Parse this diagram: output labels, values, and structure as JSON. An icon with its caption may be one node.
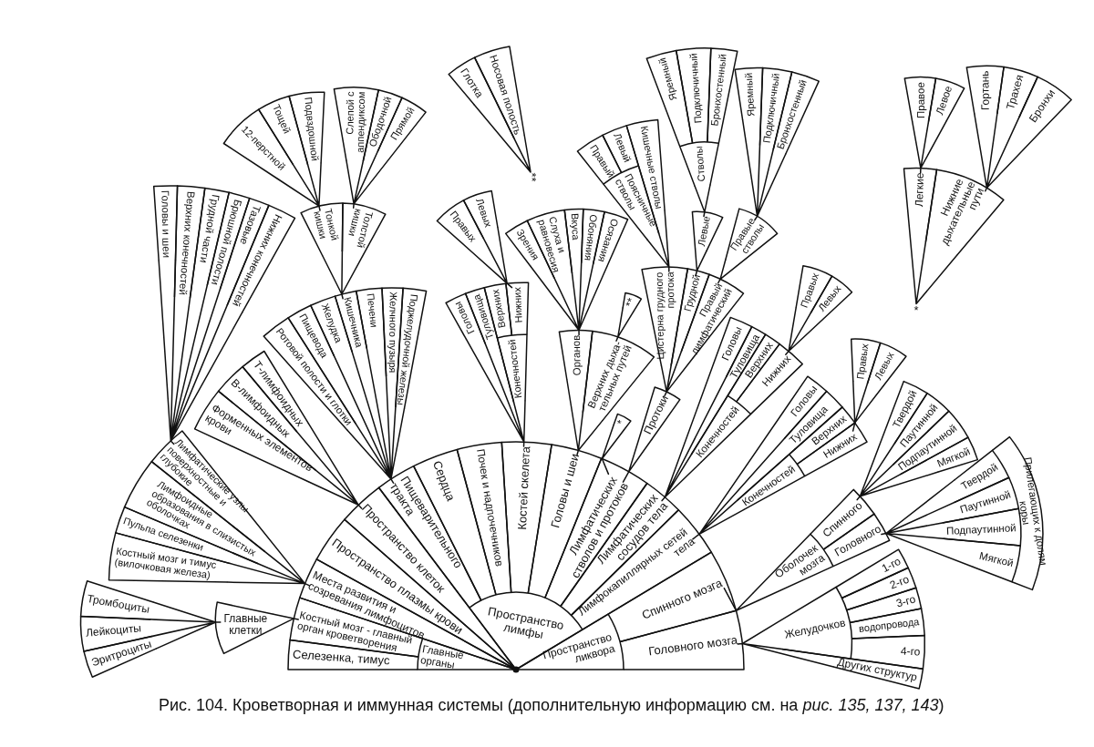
{
  "diagram": {
    "caption": "Рис. 104. Кроветворная и иммунная системы (дополнительную информацию см. на *рис. 135, 137, 143*)",
    "nodes": [
      {
        "text": [
          "Селезенка, тимус"
        ]
      },
      {
        "text": [
          "Костный мозг - главный орган кроветворения"
        ]
      },
      {
        "text": [
          "Главные органы"
        ]
      },
      {
        "text": [
          "Места развития и созревания лимфоцитов"
        ]
      },
      {
        "text": [
          "Пространство плазмы крови"
        ]
      },
      {
        "text": [
          "Пространство клеток"
        ]
      },
      {
        "text": [
          "Пищеварительного тракта"
        ]
      },
      {
        "text": [
          "Сердца"
        ]
      },
      {
        "text": [
          "Почек и надпочечников"
        ]
      },
      {
        "text": [
          "Костей скелета"
        ]
      },
      {
        "text": [
          "Головы и шеи"
        ]
      },
      {
        "text": [
          "Лимфатических стволов и протоков"
        ]
      },
      {
        "text": [
          "Лимфатических сосудов тела"
        ]
      },
      {
        "text": [
          "Лимфокапиллярных сетей тела"
        ]
      },
      {
        "text": [
          "Пространство лимфы"
        ]
      },
      {
        "text": [
          "Спинного мозга"
        ]
      },
      {
        "text": [
          "Головного мозга"
        ]
      },
      {
        "text": [
          "Пространство ликвора"
        ]
      },
      {
        "text": [
          "Главные клетки"
        ]
      },
      {
        "text": [
          "Тромбоциты"
        ]
      },
      {
        "text": [
          "Лейкоциты"
        ]
      },
      {
        "text": [
          "Эритроциты"
        ]
      },
      {
        "text": [
          "Лимфатические узлы поверхностные и глубокие"
        ]
      },
      {
        "text": [
          "Лимфоидные образования в слизистых оболочках"
        ]
      },
      {
        "text": [
          "Пульпа селезенки"
        ]
      },
      {
        "text": [
          "Костный мозг и тимус (вилочковая железа)"
        ]
      },
      {
        "text": [
          "Головы и шеи"
        ]
      },
      {
        "text": [
          "Верхних конечностей"
        ]
      },
      {
        "text": [
          "Грудной части"
        ]
      },
      {
        "text": [
          "Брюшной полости"
        ]
      },
      {
        "text": [
          "Тазовые"
        ]
      },
      {
        "text": [
          "Нижних конечностей"
        ]
      },
      {
        "text": [
          "Т-лимфоидных"
        ]
      },
      {
        "text": [
          "В-лимфоидных"
        ]
      },
      {
        "text": [
          "Форменных элементов крови"
        ]
      },
      {
        "text": [
          "Ротовой полости и глотки"
        ]
      },
      {
        "text": [
          "Пищевода"
        ]
      },
      {
        "text": [
          "Желудка"
        ]
      },
      {
        "text": [
          "Кишечника"
        ]
      },
      {
        "text": [
          "Печени"
        ]
      },
      {
        "text": [
          "Желчного пузыря"
        ]
      },
      {
        "text": [
          "Поджелудочной железы"
        ]
      },
      {
        "text": [
          "Тонкой кишки"
        ]
      },
      {
        "text": [
          "Толстой кишки"
        ]
      },
      {
        "text": [
          "12-перстной"
        ]
      },
      {
        "text": [
          "Тощей"
        ]
      },
      {
        "text": [
          "Подвздошной"
        ]
      },
      {
        "text": [
          "Слепой с аппендиксом"
        ]
      },
      {
        "text": [
          "Ободочной"
        ]
      },
      {
        "text": [
          "Прямой"
        ]
      },
      {
        "text": [
          "Головы"
        ]
      },
      {
        "text": [
          "Туловища"
        ]
      },
      {
        "text": [
          "Конечностей"
        ]
      },
      {
        "text": [
          "Верхних"
        ]
      },
      {
        "text": [
          "Нижних"
        ]
      },
      {
        "text": [
          "Правых"
        ]
      },
      {
        "text": [
          "Левых"
        ]
      },
      {
        "text": [
          "Органов"
        ]
      },
      {
        "text": [
          "Верхних дыха- тельных путей"
        ]
      },
      {
        "text": [
          "Зрения"
        ]
      },
      {
        "text": [
          "Слуха и равновесия"
        ]
      },
      {
        "text": [
          "Вкуса"
        ]
      },
      {
        "text": [
          "Обоняния"
        ]
      },
      {
        "text": [
          "Осязания"
        ]
      },
      {
        "text": [
          "**"
        ]
      },
      {
        "text": [
          "Глотка"
        ]
      },
      {
        "text": [
          "Носовая полость"
        ]
      },
      {
        "text": [
          "**"
        ]
      },
      {
        "text": [
          "*"
        ]
      },
      {
        "text": [
          "Протоки"
        ]
      },
      {
        "text": [
          "Цистерна грудного протока"
        ]
      },
      {
        "text": [
          "Грудной"
        ]
      },
      {
        "text": [
          "Правый лимфатический"
        ]
      },
      {
        "text": [
          "Поясничные стволы"
        ]
      },
      {
        "text": [
          "Правый"
        ]
      },
      {
        "text": [
          "Левый"
        ]
      },
      {
        "text": [
          "Кишечные стволы"
        ]
      },
      {
        "text": [
          "Левые"
        ]
      },
      {
        "text": [
          "Стволы"
        ]
      },
      {
        "text": [
          "Яремный"
        ]
      },
      {
        "text": [
          "Подключичный"
        ]
      },
      {
        "text": [
          "Бронхостенный"
        ]
      },
      {
        "text": [
          "Правые стволы"
        ]
      },
      {
        "text": [
          "Яремный"
        ]
      },
      {
        "text": [
          "Подключичный"
        ]
      },
      {
        "text": [
          "Бронхостенный"
        ]
      },
      {
        "text": [
          "Головы"
        ]
      },
      {
        "text": [
          "Туловища"
        ]
      },
      {
        "text": [
          "Конечностей"
        ]
      },
      {
        "text": [
          "Верхних"
        ]
      },
      {
        "text": [
          "Нижних"
        ]
      },
      {
        "text": [
          "Правых"
        ]
      },
      {
        "text": [
          "Левых"
        ]
      },
      {
        "text": [
          "Головы"
        ]
      },
      {
        "text": [
          "Туловища"
        ]
      },
      {
        "text": [
          "Конечностей"
        ]
      },
      {
        "text": [
          "Верхних"
        ]
      },
      {
        "text": [
          "Нижних"
        ]
      },
      {
        "text": [
          "Правых"
        ]
      },
      {
        "text": [
          "Левых"
        ]
      },
      {
        "text": [
          "Оболочек мозга"
        ]
      },
      {
        "text": [
          "Спинного"
        ]
      },
      {
        "text": [
          "Головного"
        ]
      },
      {
        "text": [
          "Твердой"
        ]
      },
      {
        "text": [
          "Паутинной"
        ]
      },
      {
        "text": [
          "Подпаутинной"
        ]
      },
      {
        "text": [
          "Мягкой"
        ]
      },
      {
        "text": [
          "Твердой"
        ]
      },
      {
        "text": [
          "Паутинной"
        ]
      },
      {
        "text": [
          "Подпаутинной"
        ]
      },
      {
        "text": [
          "Мягкой"
        ]
      },
      {
        "text": [
          "Прилегающих к долям коры"
        ]
      },
      {
        "text": [
          "Желудочков"
        ]
      },
      {
        "text": [
          "1-го"
        ]
      },
      {
        "text": [
          "2-го"
        ]
      },
      {
        "text": [
          "3-го"
        ]
      },
      {
        "text": [
          "водопровода"
        ]
      },
      {
        "text": [
          "4-го"
        ]
      },
      {
        "text": [
          "Других структур"
        ]
      },
      {
        "text": [
          "*"
        ]
      },
      {
        "text": [
          "Легкие"
        ]
      },
      {
        "text": [
          "Нижние дыхательные пути"
        ]
      },
      {
        "text": [
          "Правое"
        ]
      },
      {
        "text": [
          "Левое"
        ]
      },
      {
        "text": [
          "Гортань"
        ]
      },
      {
        "text": [
          "Трахея"
        ]
      },
      {
        "text": [
          "Бронхи"
        ]
      }
    ],
    "edges": [
      {
        "from": 1,
        "to": 18,
        "arrow": "none"
      },
      {
        "from": 18,
        "to": 19,
        "arrow": "none"
      },
      {
        "from": 18,
        "to": 20,
        "arrow": "none"
      },
      {
        "from": 18,
        "to": 21,
        "arrow": "none"
      },
      {
        "from": 3,
        "to": 22,
        "arrow": "none"
      },
      {
        "from": 3,
        "to": 23,
        "arrow": "none"
      },
      {
        "from": 3,
        "to": 24,
        "arrow": "none"
      },
      {
        "from": 3,
        "to": 25,
        "arrow": "none"
      },
      {
        "from": 22,
        "to": 26,
        "arrow": "none"
      },
      {
        "from": 22,
        "to": 27,
        "arrow": "none"
      },
      {
        "from": 22,
        "to": 28,
        "arrow": "none"
      },
      {
        "from": 22,
        "to": 29,
        "arrow": "none"
      },
      {
        "from": 22,
        "to": 30,
        "arrow": "none"
      },
      {
        "from": 22,
        "to": 31,
        "arrow": "none"
      },
      {
        "from": 5,
        "to": 32,
        "arrow": "none"
      },
      {
        "from": 5,
        "to": 33,
        "arrow": "none"
      },
      {
        "from": 5,
        "to": 34,
        "arrow": "none"
      },
      {
        "from": 6,
        "to": 35,
        "arrow": "none"
      },
      {
        "from": 6,
        "to": 36,
        "arrow": "none"
      },
      {
        "from": 6,
        "to": 37,
        "arrow": "none"
      },
      {
        "from": 6,
        "to": 38,
        "arrow": "none"
      },
      {
        "from": 6,
        "to": 39,
        "arrow": "none"
      },
      {
        "from": 6,
        "to": 40,
        "arrow": "none"
      },
      {
        "from": 6,
        "to": 41,
        "arrow": "none"
      },
      {
        "from": 38,
        "to": 42,
        "arrow": "none"
      },
      {
        "from": 38,
        "to": 43,
        "arrow": "none"
      },
      {
        "from": 42,
        "to": 44,
        "arrow": "none"
      },
      {
        "from": 42,
        "to": 45,
        "arrow": "none"
      },
      {
        "from": 42,
        "to": 46,
        "arrow": "none"
      },
      {
        "from": 43,
        "to": 47,
        "arrow": "none"
      },
      {
        "from": 43,
        "to": 48,
        "arrow": "none"
      },
      {
        "from": 43,
        "to": 49,
        "arrow": "none"
      },
      {
        "from": 9,
        "to": 50,
        "arrow": "none"
      },
      {
        "from": 9,
        "to": 51,
        "arrow": "none"
      },
      {
        "from": 9,
        "to": 52,
        "arrow": "none"
      },
      {
        "from": 54,
        "to": 55,
        "arrow": "none"
      },
      {
        "from": 54,
        "to": 56,
        "arrow": "none"
      },
      {
        "from": 10,
        "to": 57,
        "arrow": "none"
      },
      {
        "from": 10,
        "to": 58,
        "arrow": "none"
      },
      {
        "from": 57,
        "to": 59,
        "arrow": "none"
      },
      {
        "from": 57,
        "to": 60,
        "arrow": "none"
      },
      {
        "from": 57,
        "to": 61,
        "arrow": "none"
      },
      {
        "from": 57,
        "to": 62,
        "arrow": "none"
      },
      {
        "from": 57,
        "to": 63,
        "arrow": "none"
      },
      {
        "from": 64,
        "to": 65,
        "arrow": "none"
      },
      {
        "from": 64,
        "to": 66,
        "arrow": "none"
      },
      {
        "from": 58,
        "to": 67,
        "arrow": "none"
      },
      {
        "from": 11,
        "to": 68,
        "arrow": "none"
      },
      {
        "from": 11,
        "to": 69,
        "arrow": "none"
      },
      {
        "from": 69,
        "to": 70,
        "arrow": "none"
      },
      {
        "from": 69,
        "to": 71,
        "arrow": "none"
      },
      {
        "from": 69,
        "to": 72,
        "arrow": "none"
      },
      {
        "from": 70,
        "to": 73,
        "arrow": "none"
      },
      {
        "from": 70,
        "to": 76,
        "arrow": "none"
      },
      {
        "from": 71,
        "to": 77,
        "arrow": "none"
      },
      {
        "from": 77,
        "to": 78,
        "arrow": "none"
      },
      {
        "from": 72,
        "to": 82,
        "arrow": "none"
      },
      {
        "from": 82,
        "to": 83,
        "arrow": "none"
      },
      {
        "from": 82,
        "to": 84,
        "arrow": "none"
      },
      {
        "from": 82,
        "to": 85,
        "arrow": "none"
      },
      {
        "from": 12,
        "to": 86,
        "arrow": "none"
      },
      {
        "from": 12,
        "to": 87,
        "arrow": "none"
      },
      {
        "from": 12,
        "to": 88,
        "arrow": "none"
      },
      {
        "from": 90,
        "to": 91,
        "arrow": "none"
      },
      {
        "from": 90,
        "to": 92,
        "arrow": "none"
      },
      {
        "from": 13,
        "to": 93,
        "arrow": "none"
      },
      {
        "from": 13,
        "to": 94,
        "arrow": "none"
      },
      {
        "from": 13,
        "to": 95,
        "arrow": "none"
      },
      {
        "from": 97,
        "to": 98,
        "arrow": "none"
      },
      {
        "from": 97,
        "to": 99,
        "arrow": "none"
      },
      {
        "from": 15,
        "to": 100,
        "arrow": "none"
      },
      {
        "from": 101,
        "to": 103,
        "arrow": "none"
      },
      {
        "from": 101,
        "to": 104,
        "arrow": "none"
      },
      {
        "from": 101,
        "to": 105,
        "arrow": "none"
      },
      {
        "from": 101,
        "to": 106,
        "arrow": "none"
      },
      {
        "from": 102,
        "to": 107,
        "arrow": "none"
      },
      {
        "from": 102,
        "to": 108,
        "arrow": "none"
      },
      {
        "from": 102,
        "to": 109,
        "arrow": "none"
      },
      {
        "from": 102,
        "to": 110,
        "arrow": "none"
      },
      {
        "from": 16,
        "to": 112,
        "arrow": "none"
      },
      {
        "from": 16,
        "to": 118,
        "arrow": "none"
      },
      {
        "from": 119,
        "to": 120,
        "arrow": "none"
      },
      {
        "from": 119,
        "to": 121,
        "arrow": "none"
      },
      {
        "from": 120,
        "to": 122,
        "arrow": "none"
      },
      {
        "from": 120,
        "to": 123,
        "arrow": "none"
      },
      {
        "from": 121,
        "to": 124,
        "arrow": "none"
      },
      {
        "from": 121,
        "to": 125,
        "arrow": "none"
      },
      {
        "from": 121,
        "to": 126,
        "arrow": "none"
      }
    ]
  }
}
